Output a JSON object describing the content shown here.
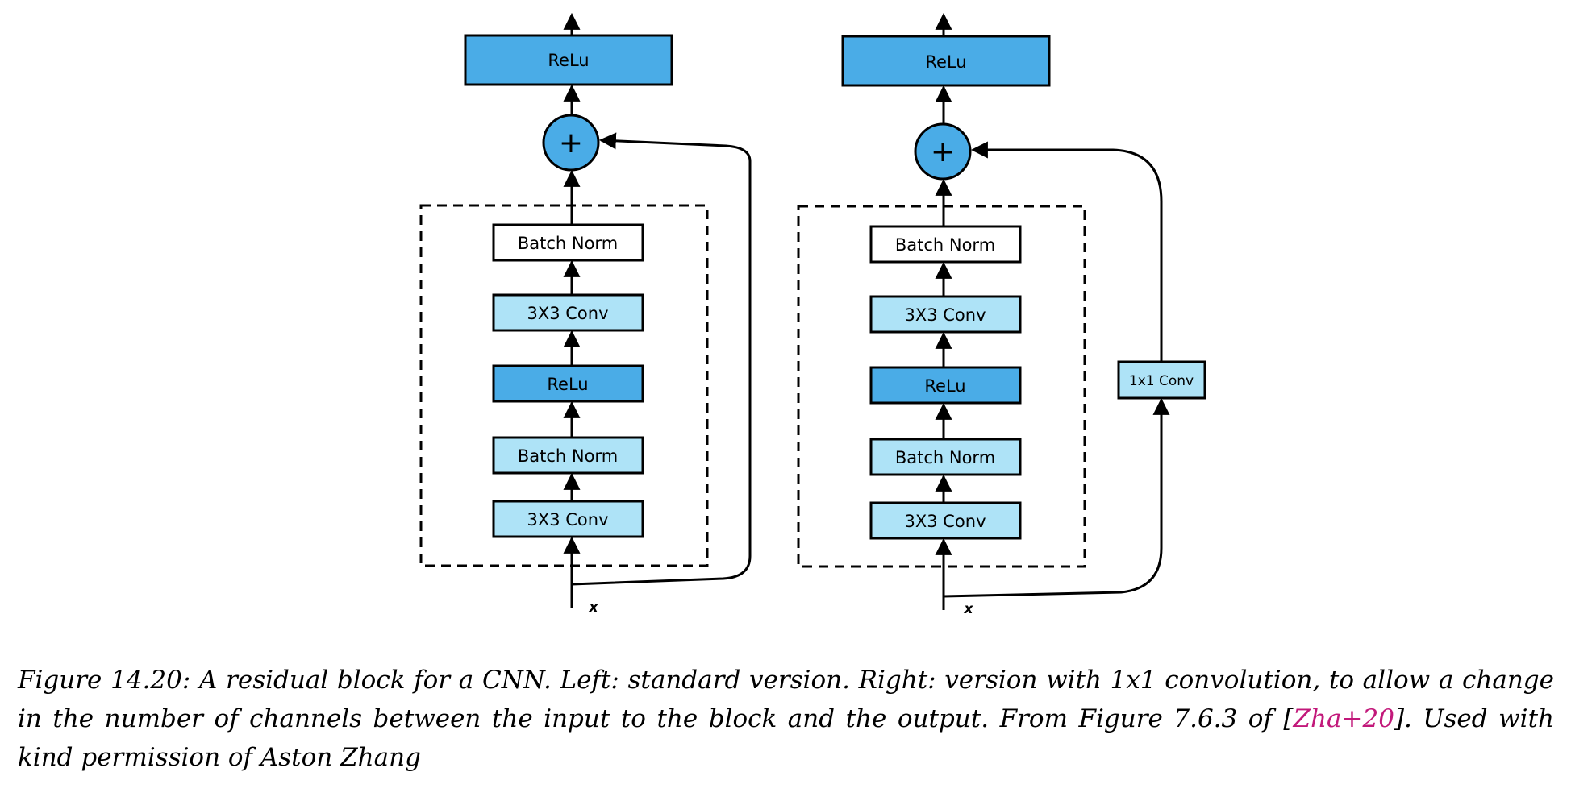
{
  "colors": {
    "relu_fill": "#4aace7",
    "conv_fill": "#aee3f7",
    "norm_top_fill": "#ffffff",
    "stroke": "#000000",
    "link": "#c2187a"
  },
  "left_block": {
    "relu": "ReLu",
    "plus": "+",
    "batch_norm_top": "Batch Norm",
    "conv_top": "3X3 Conv",
    "relu_inner": "ReLu",
    "batch_norm_bottom": "Batch Norm",
    "conv_bottom": "3X3 Conv",
    "input": "x"
  },
  "right_block": {
    "relu": "ReLu",
    "plus": "+",
    "batch_norm_top": "Batch Norm",
    "conv_top": "3X3 Conv",
    "relu_inner": "ReLu",
    "batch_norm_bottom": "Batch Norm",
    "conv_bottom": "3X3 Conv",
    "shortcut_conv": "1x1 Conv",
    "input": "x"
  },
  "caption": {
    "text_before_ref": "Figure 14.20: A residual block for a CNN. Left: standard version. Right: version with 1x1 convolution, to allow a change in the number of channels between the input to the block and the output. From Figure 7.6.3 of [",
    "ref": "Zha+20",
    "text_after_ref": "]. Used with kind permission of Aston Zhang"
  }
}
